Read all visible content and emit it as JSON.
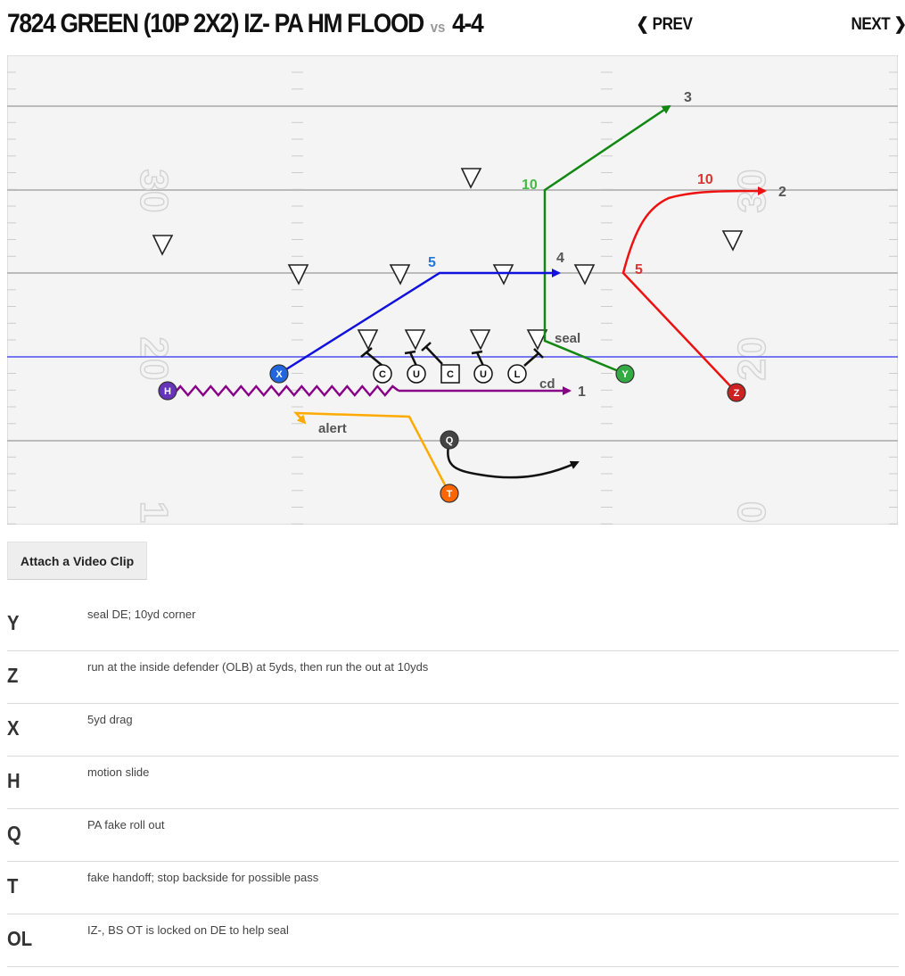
{
  "header": {
    "play_name": "7824 GREEN (10P 2X2) IZ- PA HM FLOOD",
    "vs_label": "vs",
    "defense": "4-4",
    "prev_label": "PREV",
    "next_label": "NEXT"
  },
  "field": {
    "yard_numbers": [
      "30",
      "20",
      "1",
      "30",
      "20",
      "0"
    ],
    "players": {
      "X": "X",
      "H": "H",
      "Y": "Y",
      "Z": "Z",
      "Q": "Q",
      "T": "T",
      "ol": [
        "C",
        "U",
        "C",
        "U",
        "L"
      ]
    },
    "route_labels": {
      "y_depth": "10",
      "y_target": "3",
      "y_block": "seal",
      "z_break": "5",
      "z_depth": "10",
      "z_target": "2",
      "x_depth": "5",
      "x_target": "4",
      "h_label": "cd",
      "h_target": "1",
      "t_label": "alert"
    },
    "colors": {
      "y_route": "#118811",
      "y_depth": "#44bb44",
      "z_route": "#ee1111",
      "x_route": "#1111dd",
      "x_depth": "#2277dd",
      "h_route": "#880088",
      "t_route": "#ffaa00",
      "q_route": "#111111",
      "los": "#7777ee"
    }
  },
  "attach_label": "Attach a Video Clip",
  "assignments": [
    {
      "pos": "Y",
      "desc": "seal DE; 10yd corner"
    },
    {
      "pos": "Z",
      "desc": "run at the inside defender (OLB) at 5yds, then run the out at 10yds"
    },
    {
      "pos": "X",
      "desc": "5yd drag"
    },
    {
      "pos": "H",
      "desc": "motion slide"
    },
    {
      "pos": "Q",
      "desc": "PA fake roll out"
    },
    {
      "pos": "T",
      "desc": "fake handoff; stop backside for possible pass"
    },
    {
      "pos": "OL",
      "desc": "IZ-, BS OT is locked on DE to help seal"
    }
  ]
}
